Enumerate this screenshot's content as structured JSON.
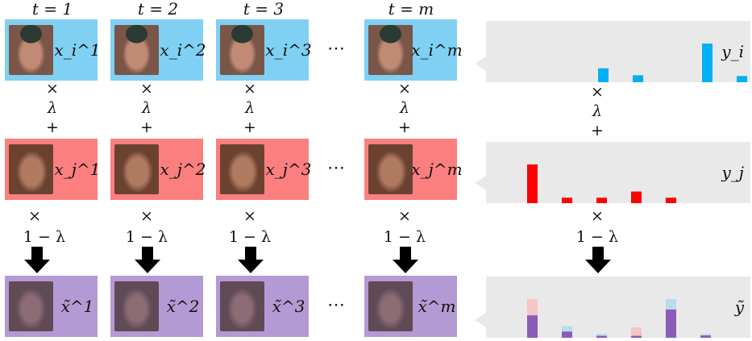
{
  "headers": [
    "t = 1",
    "t = 2",
    "t = 3",
    "t = m"
  ],
  "rows": {
    "xi": {
      "vars": [
        "x_i^1",
        "x_i^2",
        "x_i^3",
        "x_i^m"
      ],
      "label": "y_i",
      "color": "#7fd0f3"
    },
    "xj": {
      "vars": [
        "x_j^1",
        "x_j^2",
        "x_j^3",
        "x_j^m"
      ],
      "label": "y_j",
      "color": "#fb7f7f"
    },
    "mix": {
      "vars": [
        "x̃^1",
        "x̃^2",
        "x̃^3",
        "x̃^m"
      ],
      "label": "ỹ",
      "color": "#b49ad4"
    }
  },
  "ellipsis": "⋯",
  "op_times": "×",
  "op_lambda": "λ",
  "op_plus": "+",
  "op_one_minus_lambda": "1 − λ",
  "bar_levels": {
    "yi": [
      0,
      0.36,
      0.18,
      0,
      1.0,
      0.16
    ],
    "yj": [
      1.0,
      0.14,
      0.14,
      0.3,
      0.14,
      0
    ],
    "mix_purple": [
      0.58,
      0.16,
      0.05,
      0.05,
      0.73,
      0.06
    ],
    "mix_pink_top": [
      1.0,
      0,
      0,
      0.27,
      0,
      0
    ],
    "mix_blue_top": [
      0,
      0.3,
      0.1,
      0,
      1.0,
      0.1
    ]
  },
  "colors": {
    "blue_bar": "#00b0f0",
    "red_bar": "#ff0000",
    "purple_bar": "#8a5cb8",
    "pink_bar": "#f4c6c6",
    "lightblue_bar": "#b8dcea"
  }
}
